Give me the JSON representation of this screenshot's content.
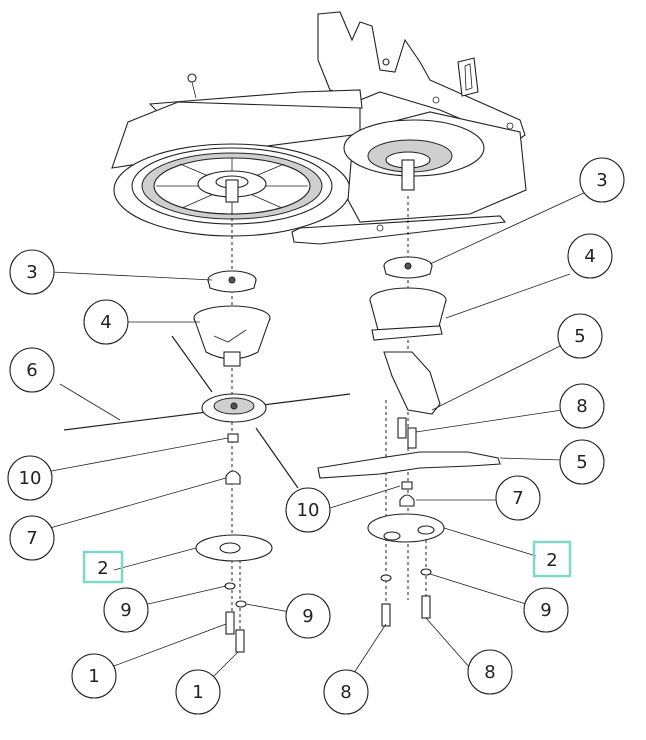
{
  "highlight_color": "#7fd9c6",
  "callouts": [
    {
      "id": "c-3-left",
      "label": "3"
    },
    {
      "id": "c-4-left",
      "label": "4"
    },
    {
      "id": "c-6",
      "label": "6"
    },
    {
      "id": "c-10-left",
      "label": "10"
    },
    {
      "id": "c-7-left",
      "label": "7"
    },
    {
      "id": "c-2-left",
      "label": "2"
    },
    {
      "id": "c-9-left-a",
      "label": "9"
    },
    {
      "id": "c-9-left-b",
      "label": "9"
    },
    {
      "id": "c-1-a",
      "label": "1"
    },
    {
      "id": "c-1-b",
      "label": "1"
    },
    {
      "id": "c-3-right",
      "label": "3"
    },
    {
      "id": "c-4-right",
      "label": "4"
    },
    {
      "id": "c-5-right-a",
      "label": "5"
    },
    {
      "id": "c-8-right",
      "label": "8"
    },
    {
      "id": "c-5-right-b",
      "label": "5"
    },
    {
      "id": "c-10-right",
      "label": "10"
    },
    {
      "id": "c-7-right",
      "label": "7"
    },
    {
      "id": "c-2-right",
      "label": "2"
    },
    {
      "id": "c-9-right",
      "label": "9"
    },
    {
      "id": "c-8-bottom-a",
      "label": "8"
    },
    {
      "id": "c-8-bottom-b",
      "label": "8"
    }
  ]
}
